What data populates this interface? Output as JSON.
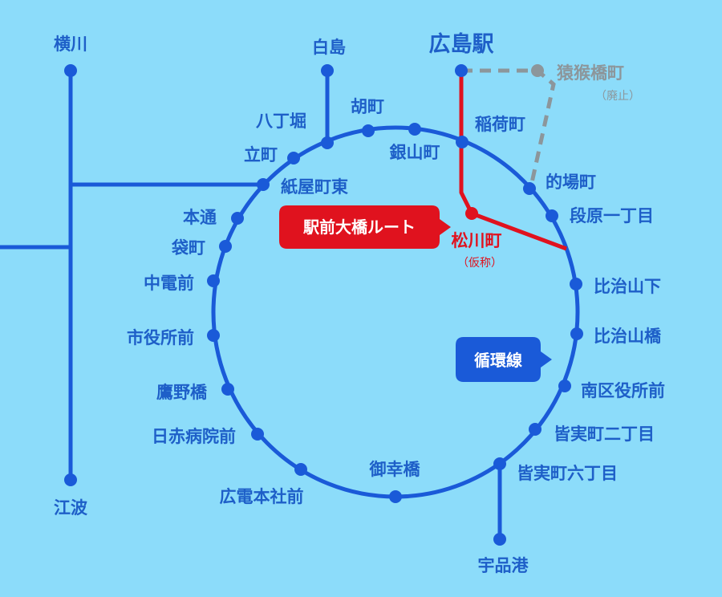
{
  "colors": {
    "background": "#8cdcfa",
    "line_blue": "#1a5ad8",
    "label_blue": "#1e5fc8",
    "route_red": "#e0121e",
    "abolished_grey": "#8c969b"
  },
  "stations": {
    "hiroshima": "広島駅",
    "yokogawa": "横川",
    "eba": "江波",
    "hakushima": "白島",
    "enkobashi": "猿猴橋町",
    "enkobashi_note": "（廃止）",
    "inaricho": "稲荷町",
    "kobashi": "胡町",
    "hatchobori": "八丁堀",
    "ginzancho": "銀山町",
    "tatemachi": "立町",
    "matobacho": "的場町",
    "kamiyacho_higashi": "紙屋町東",
    "danbara": "段原一丁目",
    "hondori": "本通",
    "fukuromachi": "袋町",
    "matsukawacho": "松川町",
    "matsukawacho_note": "（仮称）",
    "chudenmae": "中電前",
    "hijiyama_shita": "比治山下",
    "shiyakusho": "市役所前",
    "hijiyama_bashi": "比治山橋",
    "takanobashi": "鷹野橋",
    "minami_ku": "南区役所前",
    "nisseki": "日赤病院前",
    "minamimachi_2": "皆実町二丁目",
    "minamimachi_6": "皆実町六丁目",
    "miyukibashi": "御幸橋",
    "hiroden_honsha": "広電本社前",
    "ujina": "宇品港"
  },
  "callouts": {
    "ekimae_route": "駅前大橋ルート",
    "loop_line": "循環線"
  }
}
